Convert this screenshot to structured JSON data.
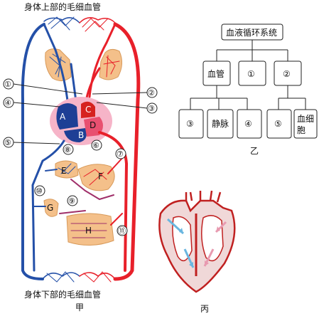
{
  "figure_jia": {
    "top_caption": "身体上部的毛细血管",
    "bottom_caption": "身体下部的毛细血管",
    "panel_label": "甲",
    "markers": [
      "①",
      "②",
      "③",
      "④",
      "⑤",
      "⑥",
      "⑦",
      "⑧",
      "⑨",
      "⑩",
      "⑪"
    ],
    "chambers": {
      "A": "A",
      "B": "B",
      "C": "C",
      "D": "D"
    },
    "organs": {
      "E": "E",
      "F": "F",
      "G": "G",
      "H": "H"
    },
    "colors": {
      "artery": "#e8202a",
      "vein": "#2450a8",
      "organ": "#f4c08a"
    }
  },
  "figure_yi": {
    "panel_label": "乙",
    "root": "血液循环系统",
    "level1": [
      "血管",
      "①",
      "②"
    ],
    "level2": [
      "③",
      "静脉",
      "④",
      "⑤",
      "血细胞"
    ]
  },
  "figure_bing": {
    "panel_label": "丙"
  }
}
